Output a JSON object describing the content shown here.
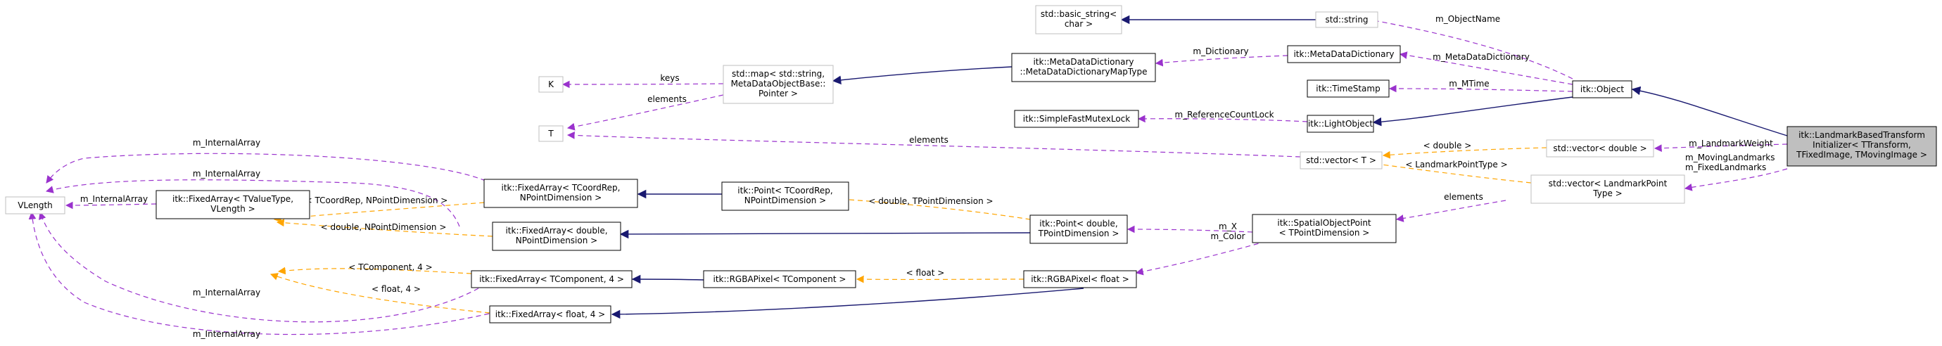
{
  "colors": {
    "inheritance_edge": "#191970",
    "member_edge": "#9a32cd",
    "template_edge": "#ffa500",
    "root_fill": "#bfbfbf",
    "undocumented_border": "#bfbfbf"
  },
  "nodes": {
    "basic_string": [
      "std::basic_string<",
      "char >"
    ],
    "std_string": [
      "std::string"
    ],
    "metadata_dictionary": [
      "itk::MetaDataDictionary"
    ],
    "metadata_map_type": [
      "itk::MetaDataDictionary",
      "::MetaDataDictionaryMapType"
    ],
    "std_map": [
      "std::map< std::string,",
      "MetaDataObjectBase::",
      "Pointer >"
    ],
    "K": [
      "K"
    ],
    "T": [
      "T"
    ],
    "timestamp": [
      "itk::TimeStamp"
    ],
    "object": [
      "itk::Object"
    ],
    "mutex_lock": [
      "itk::SimpleFastMutexLock"
    ],
    "light_object": [
      "itk::LightObject"
    ],
    "root": [
      "itk::LandmarkBasedTransform",
      "Initializer< TTransform,",
      "TFixedImage, TMovingImage >"
    ],
    "vector_double": [
      "std::vector< double >"
    ],
    "vector_T": [
      "std::vector< T >"
    ],
    "vector_landmark": [
      "std::vector< LandmarkPoint",
      "Type >"
    ],
    "spatial_point": [
      "itk::SpatialObjectPoint",
      "< TPointDimension >"
    ],
    "fixedarray_tcoordrep": [
      "itk::FixedArray< TCoordRep,",
      "NPointDimension >"
    ],
    "point_tcoordrep": [
      "itk::Point< TCoordRep,",
      "NPointDimension >"
    ],
    "point_double": [
      "itk::Point< double,",
      "TPointDimension >"
    ],
    "fixedarray_double": [
      "itk::FixedArray< double,",
      "NPointDimension >"
    ],
    "vlength": [
      "VLength"
    ],
    "fixedarray_tvalue": [
      "itk::FixedArray< TValueType,",
      "VLength >"
    ],
    "fixedarray_tcomp4": [
      "itk::FixedArray< TComponent, 4 >"
    ],
    "rgba_tcomp": [
      "itk::RGBAPixel< TComponent >"
    ],
    "rgba_float": [
      "itk::RGBAPixel< float >"
    ],
    "fixedarray_float4": [
      "itk::FixedArray< float, 4 >"
    ]
  },
  "edge_labels": {
    "m_ObjectName": [
      "m_ObjectName"
    ],
    "m_Dictionary": [
      "m_Dictionary"
    ],
    "m_MetaDataDictionary": [
      "m_MetaDataDictionary"
    ],
    "keys": [
      "keys"
    ],
    "elements_map": [
      "elements"
    ],
    "m_MTime": [
      "m_MTime"
    ],
    "m_ReferenceCountLock": [
      "m_ReferenceCountLock"
    ],
    "elements_vecT": [
      "elements"
    ],
    "double_tmpl": [
      "< double >"
    ],
    "m_LandmarkWeight": [
      "m_LandmarkWeight"
    ],
    "landmarkpointtype_tmpl": [
      "< LandmarkPointType >"
    ],
    "moving_fixed_landmarks": [
      "m_MovingLandmarks",
      "m_FixedLandmarks"
    ],
    "elements_spatial": [
      "elements"
    ],
    "m_InternalArray_1": [
      "m_InternalArray"
    ],
    "m_InternalArray_2": [
      "m_InternalArray"
    ],
    "tcoordrep_tmpl": [
      "< TCoordRep, NPointDimension >"
    ],
    "double_tpointdim_tmpl": [
      "< double, TPointDimension >"
    ],
    "double_npointdim_tmpl": [
      "< double, NPointDimension >"
    ],
    "m_InternalArray_3": [
      "m_InternalArray"
    ],
    "m_X_m_Color": [
      "m_X",
      "m_Color"
    ],
    "tcomponent4_tmpl": [
      "< TComponent, 4 >"
    ],
    "float_tmpl": [
      "< float >"
    ],
    "float4_tmpl": [
      "< float, 4 >"
    ],
    "m_InternalArray_4": [
      "m_InternalArray"
    ],
    "m_InternalArray_5": [
      "m_InternalArray"
    ]
  }
}
